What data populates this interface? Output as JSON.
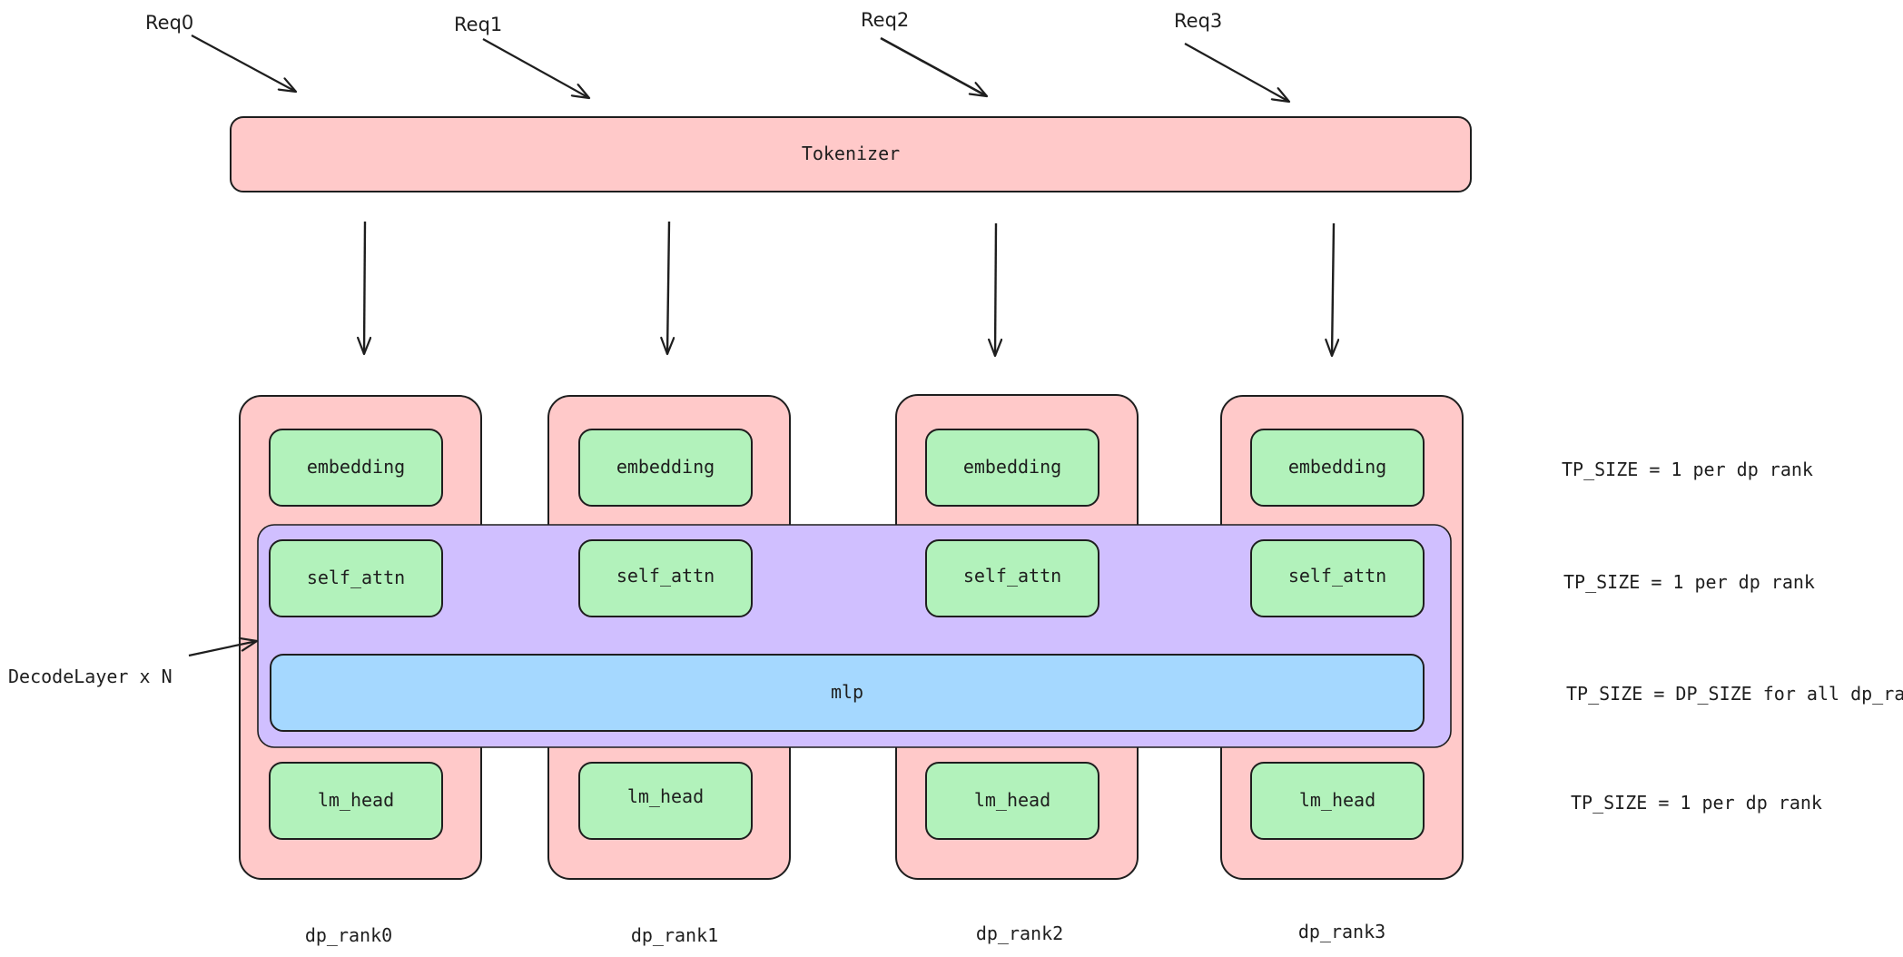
{
  "requests": [
    "Req0",
    "Req1",
    "Req2",
    "Req3"
  ],
  "tokenizer_label": "Tokenizer",
  "ranks": [
    {
      "name": "dp_rank0",
      "embedding": "embedding",
      "self_attn": "self_attn",
      "lm_head": "lm_head"
    },
    {
      "name": "dp_rank1",
      "embedding": "embedding",
      "self_attn": "self_attn",
      "lm_head": "lm_head"
    },
    {
      "name": "dp_rank2",
      "embedding": "embedding",
      "self_attn": "self_attn",
      "lm_head": "lm_head"
    },
    {
      "name": "dp_rank3",
      "embedding": "embedding",
      "self_attn": "self_attn",
      "lm_head": "lm_head"
    }
  ],
  "mlp_label": "mlp",
  "decode_layer_label": "DecodeLayer x N",
  "notes": {
    "embedding": "TP_SIZE = 1 per dp rank",
    "self_attn": "TP_SIZE = 1 per dp rank",
    "mlp": "TP_SIZE = DP_SIZE for all dp_rank",
    "lm_head": "TP_SIZE = 1 per dp rank"
  },
  "colors": {
    "rank_fill": "#ffc9c9",
    "module_fill": "#b2f2bb",
    "decode_fill": "#d0bfff",
    "mlp_fill": "#a5d8ff",
    "stroke": "#1e1e1e"
  }
}
